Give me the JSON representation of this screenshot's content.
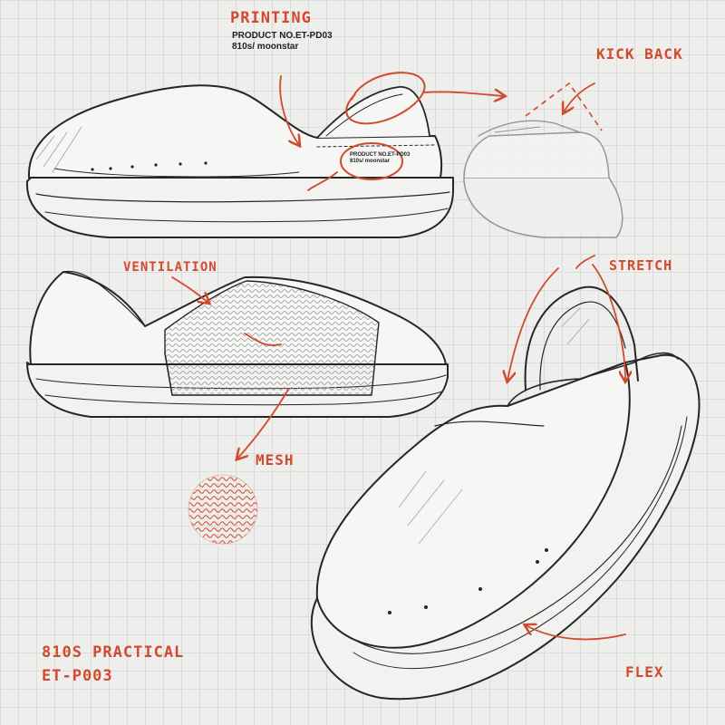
{
  "labels": {
    "printing": "PRINTING",
    "kick_back": "KICK BACK",
    "ventilation": "VENTILATION",
    "stretch": "STRETCH",
    "mesh": "MESH",
    "flex": "FLEX"
  },
  "print_block": {
    "product_no": "PRODUCT NO.ET-PD03",
    "brand": "810s/ moonstar"
  },
  "shoe_print": {
    "product_no": "PRODUCT NO.ET-PD03",
    "brand": "810s/ moonstar"
  },
  "footer": {
    "title": "810S PRACTICAL",
    "code": "ET-P003"
  },
  "colors": {
    "accent": "#d24a2e",
    "ink": "#262626",
    "paper": "#eeeeec",
    "grid": "#dcdcda"
  }
}
